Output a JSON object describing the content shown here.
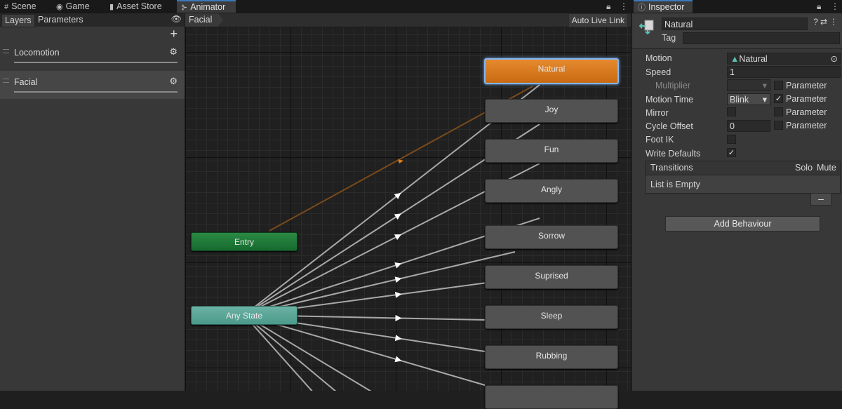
{
  "tabs": [
    {
      "label": "Scene",
      "icon": "grid-icon"
    },
    {
      "label": "Game",
      "icon": "gamepad-icon"
    },
    {
      "label": "Asset Store",
      "icon": "bag-icon"
    },
    {
      "label": "Animator",
      "icon": "animator-icon"
    }
  ],
  "inspector_tab": {
    "label": "Inspector",
    "icon": "info-icon"
  },
  "left_panel": {
    "tabs": [
      "Layers",
      "Parameters"
    ],
    "add_symbol": "+",
    "layers": [
      {
        "name": "Locomotion"
      },
      {
        "name": "Facial",
        "selected": true
      }
    ]
  },
  "graph": {
    "breadcrumb": "Facial",
    "auto_live_link": "Auto Live Link",
    "states": [
      "Natural",
      "Joy",
      "Fun",
      "Angly",
      "Sorrow",
      "Suprised",
      "Sleep",
      "Rubbing"
    ],
    "default_state": "Natural",
    "entry": "Entry",
    "any_state": "Any State"
  },
  "inspector": {
    "name": "Natural",
    "tag_label": "Tag",
    "tag_value": "",
    "props": {
      "motion_label": "Motion",
      "motion_value": "Natural",
      "speed_label": "Speed",
      "speed_value": "1",
      "multiplier_label": "Multiplier",
      "motion_time_label": "Motion Time",
      "motion_time_value": "Blink",
      "mirror_label": "Mirror",
      "cycle_offset_label": "Cycle Offset",
      "cycle_offset_value": "0",
      "foot_ik_label": "Foot IK",
      "write_defaults_label": "Write Defaults",
      "parameter_label": "Parameter"
    },
    "transitions": {
      "header": "Transitions",
      "solo": "Solo",
      "mute": "Mute",
      "empty": "List is Empty",
      "remove_symbol": "–"
    },
    "add_behaviour": "Add Behaviour"
  }
}
